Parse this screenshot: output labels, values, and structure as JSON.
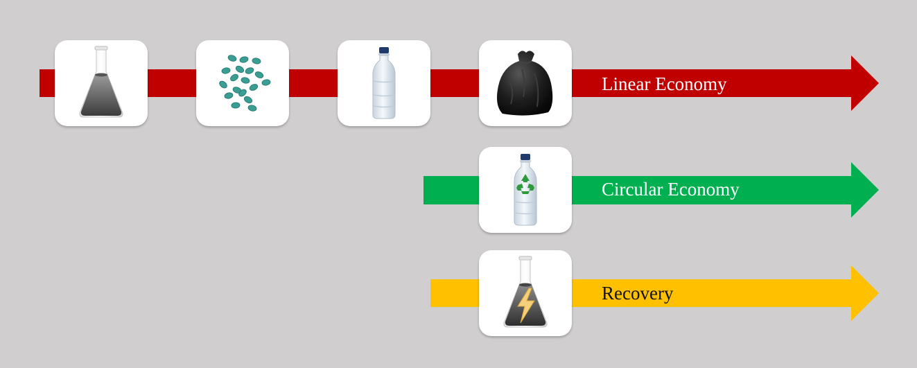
{
  "colors": {
    "background": "#d0cecf",
    "linear": "#c00000",
    "circular": "#00b050",
    "recovery": "#ffc000",
    "label_light": "#ffffff",
    "label_dark": "#111111"
  },
  "linear": {
    "label": "Linear Economy",
    "icons": [
      "flask-icon",
      "pellets-icon",
      "bottle-icon",
      "trash-bag-icon"
    ]
  },
  "circular": {
    "label": "Circular Economy",
    "icons": [
      "recycled-bottle-icon"
    ]
  },
  "recovery": {
    "label": "Recovery",
    "icons": [
      "energy-flask-icon"
    ]
  }
}
